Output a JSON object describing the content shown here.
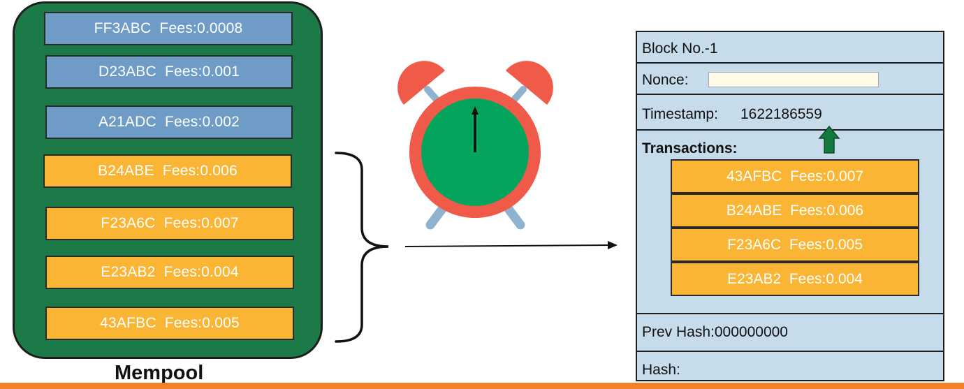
{
  "mempool": {
    "title": "Mempool",
    "transactions": [
      {
        "id": "FF3ABC",
        "fees": "Fees:0.0008",
        "color": "#6e9cc6"
      },
      {
        "id": "D23ABC",
        "fees": "Fees:0.001",
        "color": "#6e9cc6"
      },
      {
        "id": "A21ADC",
        "fees": "Fees:0.002",
        "color": "#6e9cc6"
      },
      {
        "id": "B24ABE",
        "fees": "Fees:0.006",
        "color": "#fbb534"
      },
      {
        "id": "F23A6C",
        "fees": "Fees:0.007",
        "color": "#fbb534"
      },
      {
        "id": "E23AB2",
        "fees": "Fees:0.004",
        "color": "#fbb534"
      },
      {
        "id": "43AFBC",
        "fees": "Fees:0.005",
        "color": "#fbb534"
      }
    ]
  },
  "clock": {
    "icon": "alarm-clock-icon",
    "face_color": "#04a45c",
    "rim_color": "#f05a48",
    "leg_color": "#8fb3cf"
  },
  "block": {
    "block_no": "Block No.-1",
    "nonce_label": "Nonce:",
    "nonce_value": "",
    "timestamp_label": "Timestamp:",
    "timestamp_value": "1622186559",
    "transactions_label": "Transactions:",
    "transactions": [
      {
        "id": "43AFBC",
        "fees": "Fees:0.007"
      },
      {
        "id": "B24ABE",
        "fees": "Fees:0.006"
      },
      {
        "id": "F23A6C",
        "fees": "Fees:0.005"
      },
      {
        "id": "E23AB2",
        "fees": "Fees:0.004"
      }
    ],
    "prev_hash_label": "Prev Hash:000000000",
    "hash_label": "Hash:",
    "up_arrow_color": "#137a3f"
  },
  "colors": {
    "mempool_bg": "#1b7a47",
    "block_bg": "#c7dcea",
    "accent_bar": "#f1812a"
  }
}
